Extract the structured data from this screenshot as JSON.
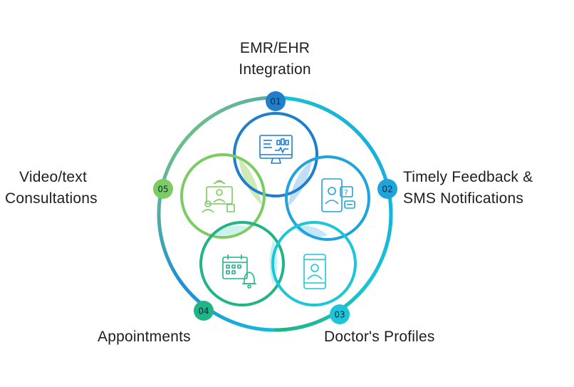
{
  "features": [
    {
      "number": "01",
      "line1": "EMR/EHR",
      "line2": "Integration",
      "icon": "monitor-chart-icon",
      "color": "#1f7fcc"
    },
    {
      "number": "02",
      "line1": "Timely Feedback &",
      "line2": "SMS Notifications",
      "icon": "phone-doctor-chat-icon",
      "color": "#1ea3dc"
    },
    {
      "number": "03",
      "line1": "Doctor's Profiles",
      "line2": "",
      "icon": "doctor-profile-phone-icon",
      "color": "#1cc6d8"
    },
    {
      "number": "04",
      "line1": "Appointments",
      "line2": "",
      "icon": "calendar-bell-icon",
      "color": "#21b486"
    },
    {
      "number": "05",
      "line1": "Video/text",
      "line2": "Consultations",
      "icon": "video-consultation-icon",
      "color": "#7ccc63"
    }
  ]
}
